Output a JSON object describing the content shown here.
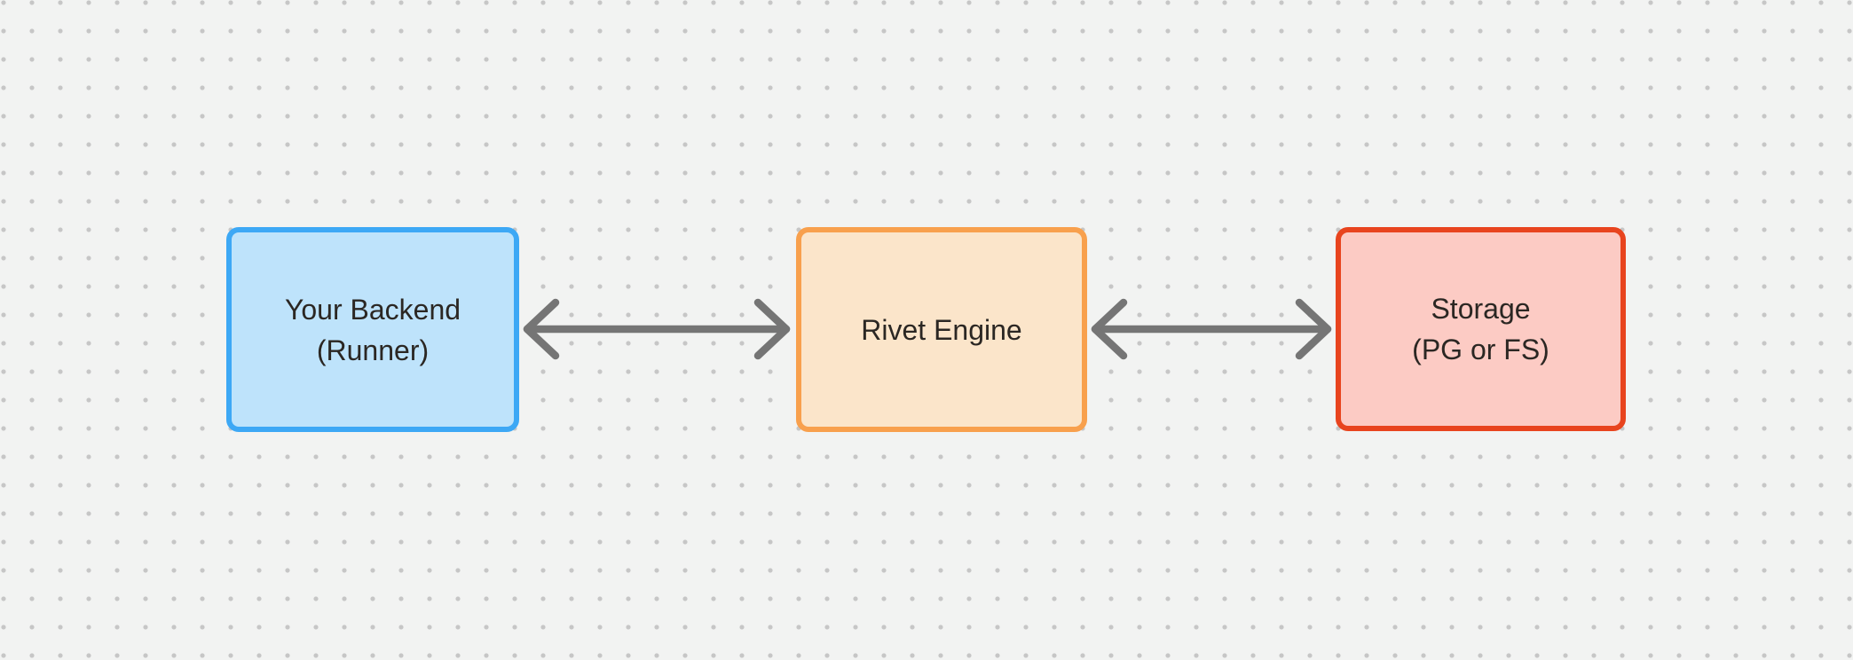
{
  "canvas": {
    "background": "#f2f3f2",
    "dot_color": "#c6c6c6"
  },
  "diagram": {
    "text_color": "#2b2723",
    "nodes": [
      {
        "id": "your-backend",
        "line1": "Your Backend",
        "line2": "(Runner)",
        "fill": "#bee3fb",
        "border": "#3da8f5"
      },
      {
        "id": "rivet-engine",
        "line1": "Rivet Engine",
        "fill": "#fbe5ca",
        "border": "#f8a04d"
      },
      {
        "id": "storage",
        "line1": "Storage",
        "line2": "(PG or FS)",
        "fill": "#fccbc4",
        "border": "#e8441e"
      }
    ],
    "edges": [
      {
        "from": "your-backend",
        "to": "rivet-engine",
        "direction": "bidirectional",
        "color": "#757575"
      },
      {
        "from": "rivet-engine",
        "to": "storage",
        "direction": "bidirectional",
        "color": "#757575"
      }
    ]
  }
}
